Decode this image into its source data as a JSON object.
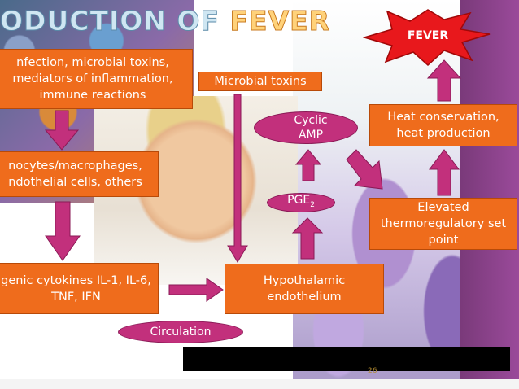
{
  "title": {
    "part1": "ODUCTION OF ",
    "part2": "FEVER"
  },
  "boxes": {
    "infection": "nfection, microbial toxins, mediators of inflammation, immune reactions",
    "monocytes": "nocytes/macrophages, ndothelial cells, others",
    "cytokines": "genic cytokines IL-1, IL-6, TNF, IFN",
    "hypothalamic": "Hypothalamic endothelium",
    "heat": "Heat conservation, heat production",
    "elevated": "Elevated thermoregulatory set point",
    "microbial_toxins": "Microbial toxins"
  },
  "pills": {
    "cyclic_amp": "Cyclic AMP",
    "pge": "PGE",
    "pge_sub": "2",
    "circulation": "Circulation"
  },
  "fever_burst": "FEVER",
  "page_number": "26",
  "colors": {
    "orange": "#ef6c1c",
    "magenta": "#c2307c",
    "red": "#e8181c",
    "purple": "#8a4090"
  }
}
